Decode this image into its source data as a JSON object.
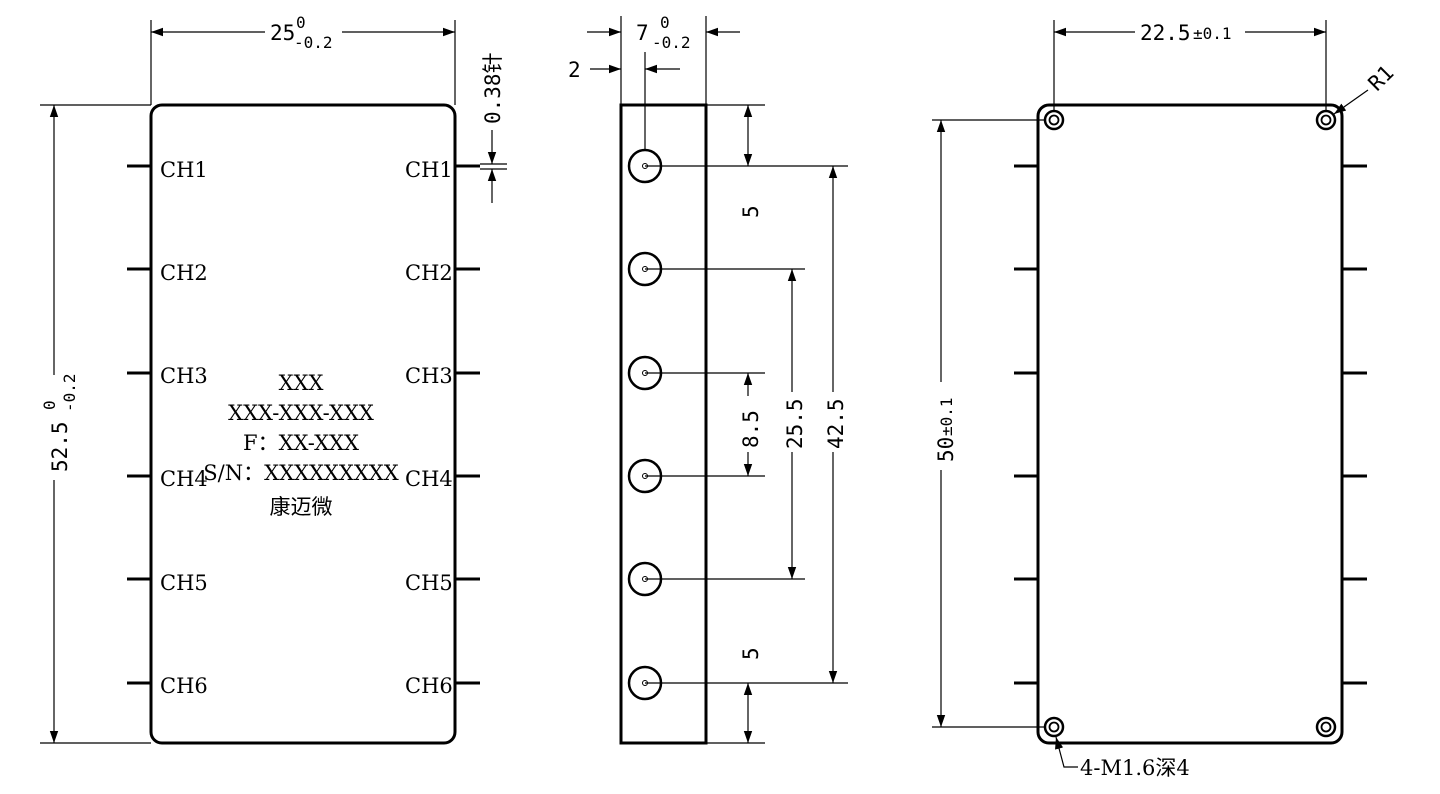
{
  "front_view": {
    "width_dim": {
      "base": "25",
      "upper": "0",
      "lower": "-0.2"
    },
    "height_dim": {
      "base": "52.5",
      "upper": "0",
      "lower": "-0.2"
    },
    "pin_dim": "0.38针",
    "left_channels": [
      "CH1",
      "CH2",
      "CH3",
      "CH4",
      "CH5",
      "CH6"
    ],
    "right_channels": [
      "CH1",
      "CH2",
      "CH3",
      "CH4",
      "CH5",
      "CH6"
    ],
    "label_lines": [
      "XXX",
      "XXX-XXX-XXX",
      "F：XX-XXX",
      "S/N：XXXXXXXXX",
      "康迈微"
    ]
  },
  "side_view": {
    "width_dim": {
      "base": "7",
      "upper": "0",
      "lower": "-0.2"
    },
    "offset_dim": "2",
    "top_dim": "5",
    "bottom_dim": "5",
    "pitch_dim": "8.5",
    "mid_span_dim": "25.5",
    "full_span_dim": "42.5"
  },
  "back_view": {
    "width_dim": {
      "base": "22.5",
      "tol": "±0.1"
    },
    "height_dim": {
      "base": "50",
      "tol": "±0.1"
    },
    "radius_label": "R1",
    "hole_label": "4-M1.6深4"
  }
}
